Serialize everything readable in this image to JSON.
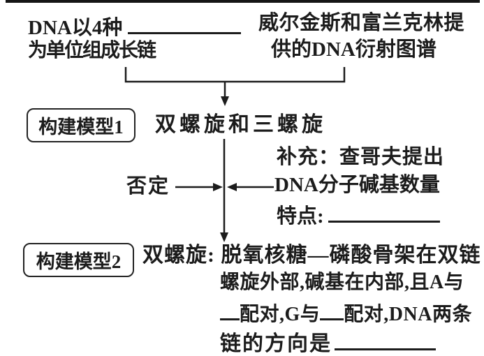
{
  "colors": {
    "ink": "#1c1c1c",
    "background": "#ffffff",
    "box_border": "#222222"
  },
  "premise_left": {
    "line1_text": "DNA以4种",
    "line1_blank": "blank-nucleotide",
    "line2": "为单位组成长链"
  },
  "premise_right": {
    "line1": "威尔金斯和富兰克林提",
    "line2": "供的DNA衍射图谱"
  },
  "model1": {
    "label": "构建模型1",
    "result": "双螺旋和三螺旋"
  },
  "rejection": {
    "label": "否定"
  },
  "supplement": {
    "line1": "补充：查哥夫提出",
    "line2": "DNA分子碱基数量",
    "line3_prefix": "特点:"
  },
  "model2": {
    "label": "构建模型2",
    "line1": "双螺旋: 脱氧核糖—磷酸骨架在双链",
    "line2": "螺旋外部,碱基在内部,且A与",
    "line3_seg1": "配对,G与",
    "line3_seg2": "配对,DNA两条",
    "line4_prefix": "链的方向是"
  }
}
